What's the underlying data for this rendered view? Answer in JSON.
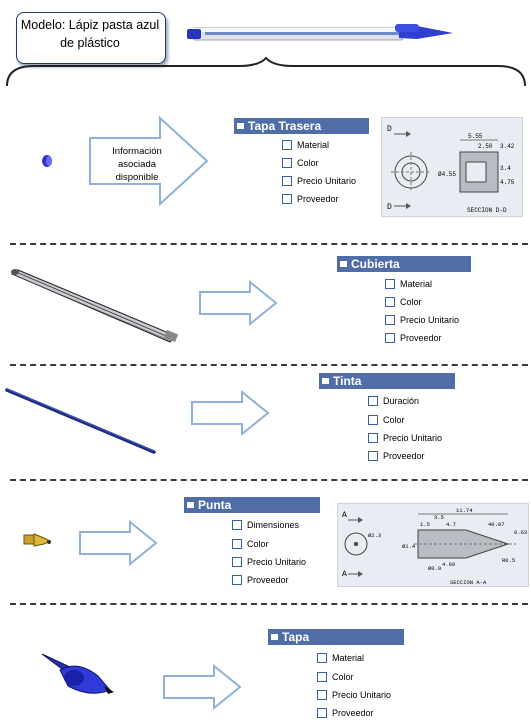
{
  "model": {
    "title": "Modelo: Lápiz pasta azul de plástico"
  },
  "intro": {
    "info_label": "Información asociada disponible"
  },
  "parts": [
    {
      "title": "Tapa Trasera",
      "attributes": [
        "Material",
        "Color",
        "Precio Unitario",
        "Proveedor"
      ],
      "drawing": {
        "labels": [
          "D",
          "D",
          "SECCION D-D",
          "5.55",
          "3.42",
          "2.50",
          "3.4",
          "4.75",
          "Ø4.55"
        ]
      }
    },
    {
      "title": "Cubierta",
      "attributes": [
        "Material",
        "Color",
        "Precio Unitario",
        "Proveedor"
      ]
    },
    {
      "title": "Tinta",
      "attributes": [
        "Duración",
        "Color",
        "Precio Unitario",
        "Proveedor"
      ]
    },
    {
      "title": "Punta",
      "attributes": [
        "Dimensiones",
        "Color",
        "Precio Unitario",
        "Proveedor"
      ],
      "drawing": {
        "labels": [
          "A",
          "A",
          "SECCION A-A",
          "11.74",
          "1.5",
          "3.5",
          "4.7",
          "40.07",
          "0.63",
          "Ø1.4",
          "Ø2.3",
          "Ø0.9",
          "4.60",
          "R0.5"
        ]
      }
    },
    {
      "title": "Tapa",
      "attributes": [
        "Material",
        "Color",
        "Precio Unitario",
        "Proveedor"
      ]
    }
  ],
  "colors": {
    "header_bg": "#4f6ea8",
    "arrow_stroke": "#8fb1d9",
    "dash": "#3a3a3a",
    "checkbox": "#3a5ea0"
  }
}
